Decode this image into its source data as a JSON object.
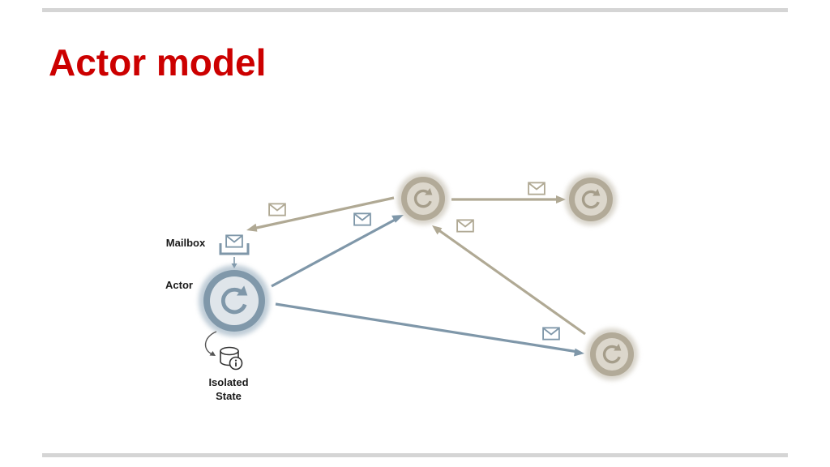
{
  "slide": {
    "title": "Actor model"
  },
  "diagram": {
    "labels": {
      "mailbox": "Mailbox",
      "actor": "Actor",
      "isolated_state_line1": "Isolated",
      "isolated_state_line2": "State"
    },
    "colors": {
      "title": "#cc0000",
      "local_actor": "#8098aa",
      "remote_actor": "#b2aa98",
      "local_message_arrow": "#7f97a9",
      "remote_message_arrow": "#b0a994",
      "rule": "#d5d5d5"
    }
  }
}
